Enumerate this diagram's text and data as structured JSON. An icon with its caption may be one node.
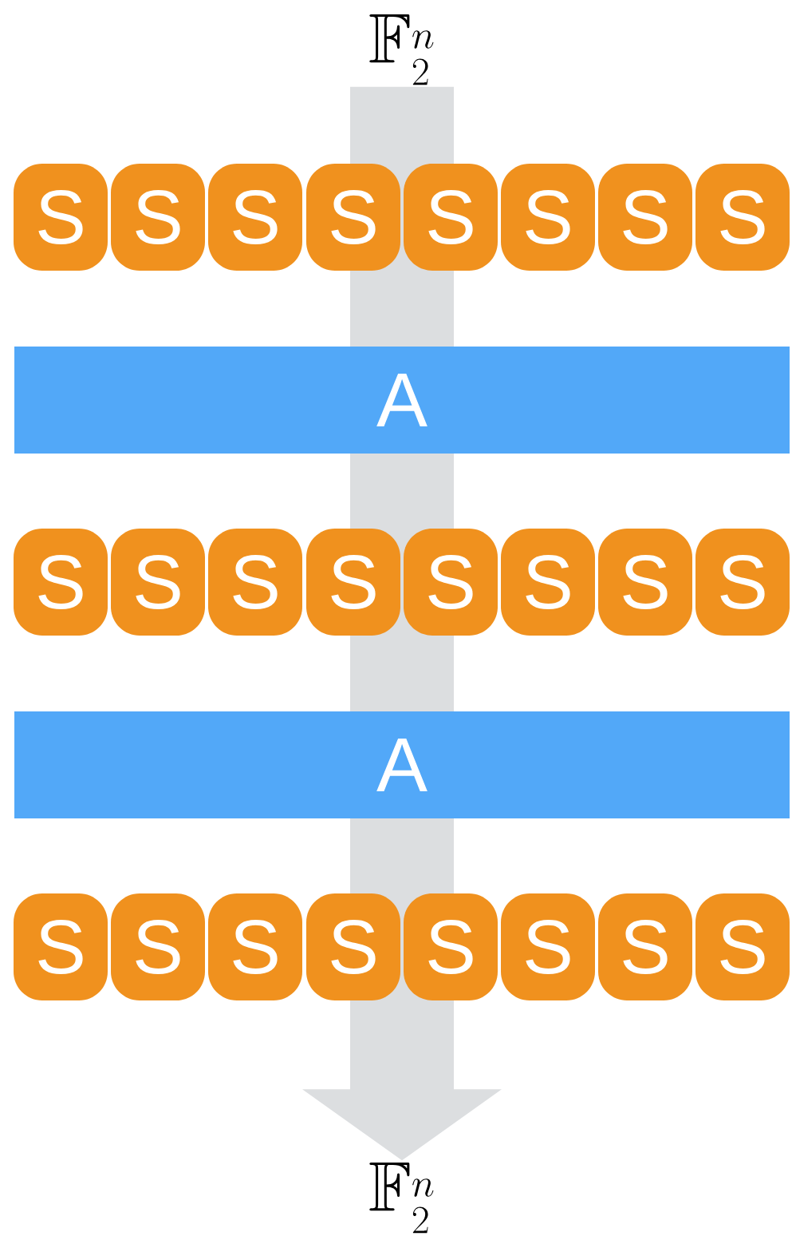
{
  "diagram": {
    "nodes": [
      {
        "text": [
          "\\mathbb{F}_2^n"
        ]
      },
      {
        "text": [
          "S"
        ]
      },
      {
        "text": [
          "S"
        ]
      },
      {
        "text": [
          "S"
        ]
      },
      {
        "text": [
          "S"
        ]
      },
      {
        "text": [
          "S"
        ]
      },
      {
        "text": [
          "S"
        ]
      },
      {
        "text": [
          "S"
        ]
      },
      {
        "text": [
          "S"
        ]
      },
      {
        "text": [
          "A"
        ]
      },
      {
        "text": [
          "S"
        ]
      },
      {
        "text": [
          "S"
        ]
      },
      {
        "text": [
          "S"
        ]
      },
      {
        "text": [
          "S"
        ]
      },
      {
        "text": [
          "S"
        ]
      },
      {
        "text": [
          "S"
        ]
      },
      {
        "text": [
          "S"
        ]
      },
      {
        "text": [
          "S"
        ]
      },
      {
        "text": [
          "A"
        ]
      },
      {
        "text": [
          "S"
        ]
      },
      {
        "text": [
          "S"
        ]
      },
      {
        "text": [
          "S"
        ]
      },
      {
        "text": [
          "S"
        ]
      },
      {
        "text": [
          "S"
        ]
      },
      {
        "text": [
          "S"
        ]
      },
      {
        "text": [
          "S"
        ]
      },
      {
        "text": [
          "S"
        ]
      },
      {
        "text": [
          "\\mathbb{F}_2^n"
        ]
      }
    ],
    "edges": [
      {
        "from": 0,
        "to": 27,
        "arrow": "to",
        "color": "#dcdee0"
      }
    ]
  }
}
